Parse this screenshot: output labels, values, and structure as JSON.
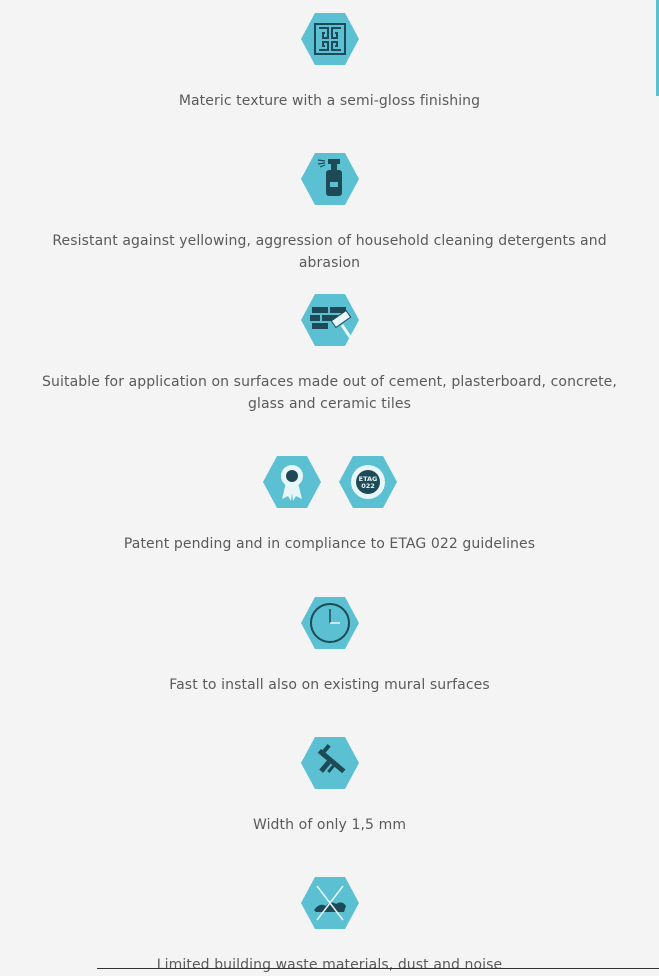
{
  "features": [
    {
      "icon": "greek-key-pattern-icon",
      "caption": "Materic texture with a semi-gloss finishing"
    },
    {
      "icon": "spray-bottle-icon",
      "caption": "Resistant against yellowing, aggression of household cleaning detergents and abrasion"
    },
    {
      "icon": "bricks-and-roller-icon",
      "caption": "Suitable for application on surfaces made out of cement, plasterboard, concrete, glass and ceramic tiles"
    },
    {
      "icon": "award-ribbon-icon",
      "icon2": "etag-seal-icon",
      "seal_text_line1": "ETAG",
      "seal_text_line2": "022",
      "caption": "Patent pending and in compliance to ETAG 022 guidelines"
    },
    {
      "icon": "clock-icon",
      "caption": "Fast to install also on existing mural surfaces"
    },
    {
      "icon": "caliper-icon",
      "caption": "Width of only 1,5 mm"
    },
    {
      "icon": "no-waste-icon",
      "caption": "Limited building waste materials, dust and noise"
    }
  ],
  "colors": {
    "hex_fill": "#5bc1d2",
    "icon_dark": "#1e4a57",
    "text": "#5a5a5a",
    "background": "#f4f4f4"
  }
}
